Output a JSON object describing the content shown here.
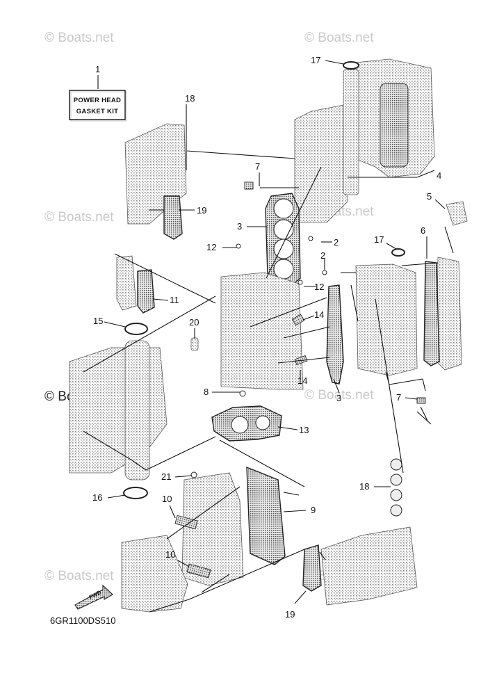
{
  "watermark": "© Boats.net",
  "watermark_main": "© Boats.net",
  "kit_label": {
    "line1": "POWER HEAD",
    "line2": "GASKET KIT"
  },
  "diagram_code": "6GR1100DS510",
  "fwd_label": "FWD",
  "callouts": {
    "c1": "1",
    "c2a": "2",
    "c2b": "2",
    "c3a": "3",
    "c3b": "3",
    "c4": "4",
    "c5": "5",
    "c6": "6",
    "c7a": "7",
    "c7b": "7",
    "c8": "8",
    "c9": "9",
    "c10a": "10",
    "c10b": "10",
    "c11": "11",
    "c12a": "12",
    "c12b": "12",
    "c13": "13",
    "c14a": "14",
    "c14b": "14",
    "c15": "15",
    "c16": "16",
    "c17a": "17",
    "c17b": "17",
    "c18a": "18",
    "c18b": "18",
    "c19a": "19",
    "c19b": "19",
    "c20": "20",
    "c21": "21"
  }
}
